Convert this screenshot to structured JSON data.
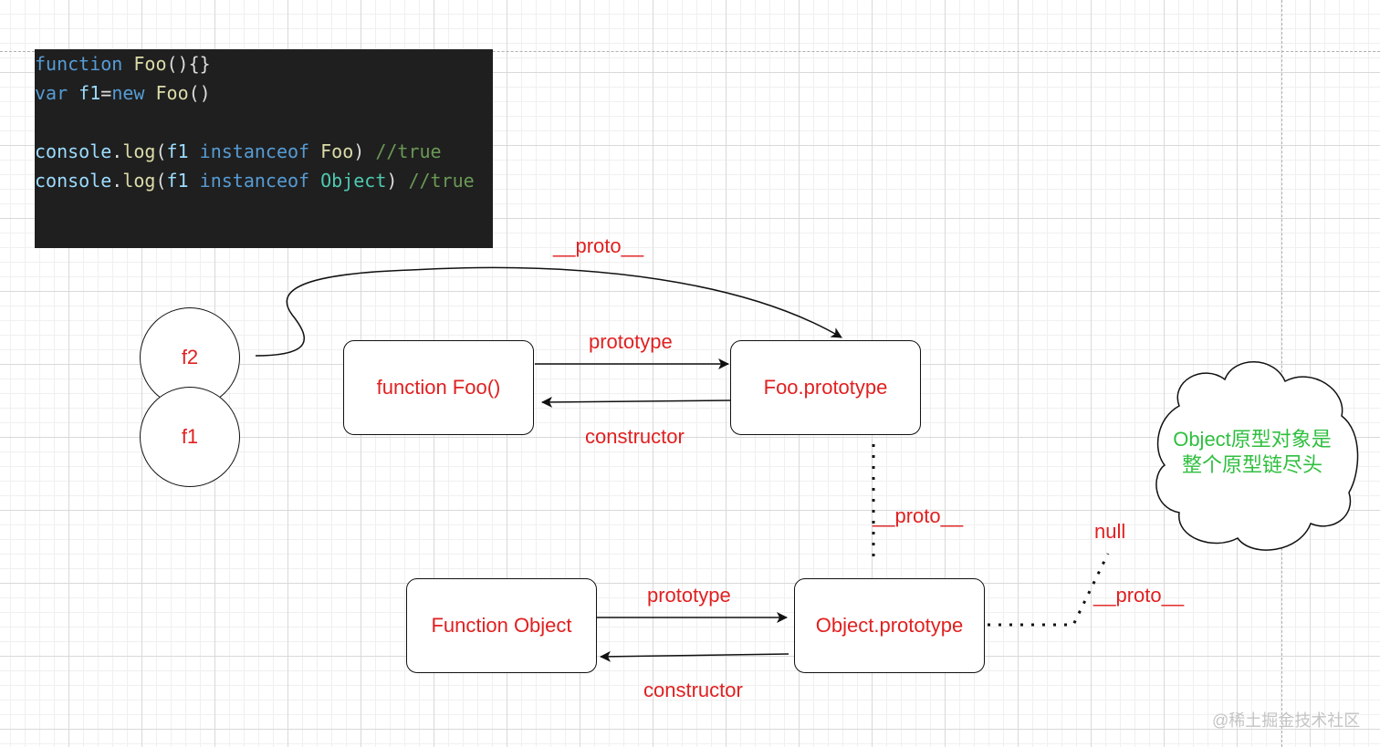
{
  "code": {
    "lines": [
      [
        {
          "t": "function",
          "c": "kw"
        },
        {
          "t": " "
        },
        {
          "t": "Foo",
          "c": "fn"
        },
        {
          "t": "(){}"
        }
      ],
      [
        {
          "t": "var",
          "c": "kw"
        },
        {
          "t": " "
        },
        {
          "t": "f1",
          "c": "id"
        },
        {
          "t": "="
        },
        {
          "t": "new",
          "c": "kw"
        },
        {
          "t": " "
        },
        {
          "t": "Foo",
          "c": "fn"
        },
        {
          "t": "()"
        }
      ],
      [],
      [
        {
          "t": "console",
          "c": "id"
        },
        {
          "t": "."
        },
        {
          "t": "log",
          "c": "fn"
        },
        {
          "t": "("
        },
        {
          "t": "f1",
          "c": "id"
        },
        {
          "t": " "
        },
        {
          "t": "instanceof",
          "c": "kw"
        },
        {
          "t": " "
        },
        {
          "t": "Foo",
          "c": "fn"
        },
        {
          "t": ") "
        },
        {
          "t": "//true",
          "c": "cm"
        }
      ],
      [
        {
          "t": "console",
          "c": "id"
        },
        {
          "t": "."
        },
        {
          "t": "log",
          "c": "fn"
        },
        {
          "t": "("
        },
        {
          "t": "f1",
          "c": "id"
        },
        {
          "t": " "
        },
        {
          "t": "instanceof",
          "c": "kw"
        },
        {
          "t": " "
        },
        {
          "t": "Object",
          "c": "cls"
        },
        {
          "t": ") "
        },
        {
          "t": "//true",
          "c": "cm"
        }
      ]
    ]
  },
  "nodes": {
    "f2": "f2",
    "f1": "f1",
    "function_foo": "function Foo()",
    "foo_prototype": "Foo.prototype",
    "function_object": "Function Object",
    "object_prototype": "Object.prototype",
    "null": "null"
  },
  "edge_labels": {
    "proto_top": "__proto__",
    "prototype_top": "prototype",
    "constructor_top": "constructor",
    "proto_middle": "__proto__",
    "prototype_bottom": "prototype",
    "constructor_bottom": "constructor",
    "proto_right": "__proto__"
  },
  "cloud": {
    "line1": "Object原型对象是",
    "line2": "整个原型链尽头"
  },
  "watermark": "@稀土掘金技术社区",
  "colors": {
    "label_red": "#e02020",
    "cloud_green": "#2fbf3f",
    "code_bg": "#1f1f1f"
  }
}
